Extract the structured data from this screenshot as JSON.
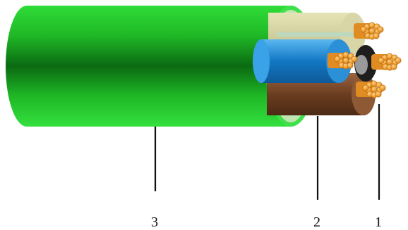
{
  "callouts": [
    {
      "label": "1"
    },
    {
      "label": "2"
    },
    {
      "label": "3"
    }
  ],
  "colors": {
    "jacket_light": "#24d12a",
    "jacket_dark": "#0b6a12",
    "jacket_end": "#3ee050",
    "filler": "#c9c7a0",
    "core_yellow_green": "#cfe7b8",
    "core_blue": "#1c8fd8",
    "core_brown": "#7d4a2a",
    "core_black": "#1e1e1e",
    "core_grey": "#9a9a9a",
    "copper": "#f0a030"
  }
}
